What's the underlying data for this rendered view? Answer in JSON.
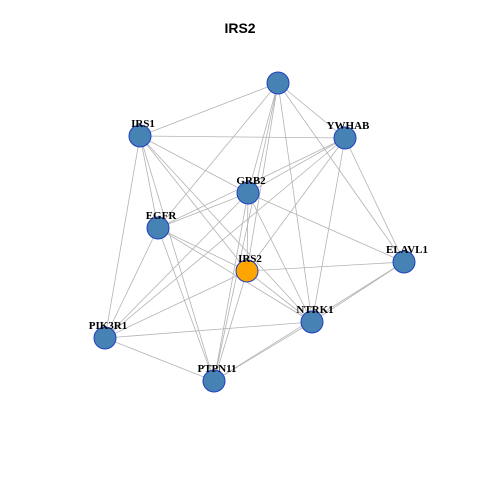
{
  "title": "IRS2",
  "colors": {
    "node_default": "#4682b4",
    "node_focus": "#ffa500",
    "node_border": "#1f3fbf",
    "edge": "#b3b3b3"
  },
  "nodes": [
    {
      "id": "unlabeled",
      "label": "",
      "focus": false
    },
    {
      "id": "IRS1",
      "label": "IRS1",
      "focus": false
    },
    {
      "id": "YWHAB",
      "label": "YWHAB",
      "focus": false
    },
    {
      "id": "GRB2",
      "label": "GRB2",
      "focus": false
    },
    {
      "id": "EGFR",
      "label": "EGFR",
      "focus": false
    },
    {
      "id": "IRS2",
      "label": "IRS2",
      "focus": true
    },
    {
      "id": "ELAVL1",
      "label": "ELAVL1",
      "focus": false
    },
    {
      "id": "NTRK1",
      "label": "NTRK1",
      "focus": false
    },
    {
      "id": "PIK3R1",
      "label": "PIK3R1",
      "focus": false
    },
    {
      "id": "PTPN11",
      "label": "PTPN11",
      "focus": false
    }
  ],
  "edges": [
    [
      "unlabeled",
      "IRS1"
    ],
    [
      "unlabeled",
      "YWHAB"
    ],
    [
      "unlabeled",
      "GRB2"
    ],
    [
      "unlabeled",
      "EGFR"
    ],
    [
      "unlabeled",
      "IRS2"
    ],
    [
      "unlabeled",
      "ELAVL1"
    ],
    [
      "unlabeled",
      "NTRK1"
    ],
    [
      "unlabeled",
      "PTPN11"
    ],
    [
      "IRS1",
      "YWHAB"
    ],
    [
      "IRS1",
      "GRB2"
    ],
    [
      "IRS1",
      "EGFR"
    ],
    [
      "IRS1",
      "NTRK1"
    ],
    [
      "IRS1",
      "PIK3R1"
    ],
    [
      "IRS1",
      "PTPN11"
    ],
    [
      "IRS1",
      "IRS2"
    ],
    [
      "YWHAB",
      "GRB2"
    ],
    [
      "YWHAB",
      "EGFR"
    ],
    [
      "YWHAB",
      "IRS2"
    ],
    [
      "YWHAB",
      "ELAVL1"
    ],
    [
      "YWHAB",
      "NTRK1"
    ],
    [
      "YWHAB",
      "PIK3R1"
    ],
    [
      "GRB2",
      "EGFR"
    ],
    [
      "GRB2",
      "IRS2"
    ],
    [
      "GRB2",
      "ELAVL1"
    ],
    [
      "GRB2",
      "NTRK1"
    ],
    [
      "GRB2",
      "PIK3R1"
    ],
    [
      "GRB2",
      "PTPN11"
    ],
    [
      "EGFR",
      "IRS2"
    ],
    [
      "EGFR",
      "NTRK1"
    ],
    [
      "EGFR",
      "PIK3R1"
    ],
    [
      "EGFR",
      "PTPN11"
    ],
    [
      "IRS2",
      "ELAVL1"
    ],
    [
      "IRS2",
      "NTRK1"
    ],
    [
      "IRS2",
      "PIK3R1"
    ],
    [
      "IRS2",
      "PTPN11"
    ],
    [
      "ELAVL1",
      "NTRK1"
    ],
    [
      "ELAVL1",
      "PTPN11"
    ],
    [
      "NTRK1",
      "PIK3R1"
    ],
    [
      "NTRK1",
      "PTPN11"
    ],
    [
      "PIK3R1",
      "PTPN11"
    ]
  ]
}
